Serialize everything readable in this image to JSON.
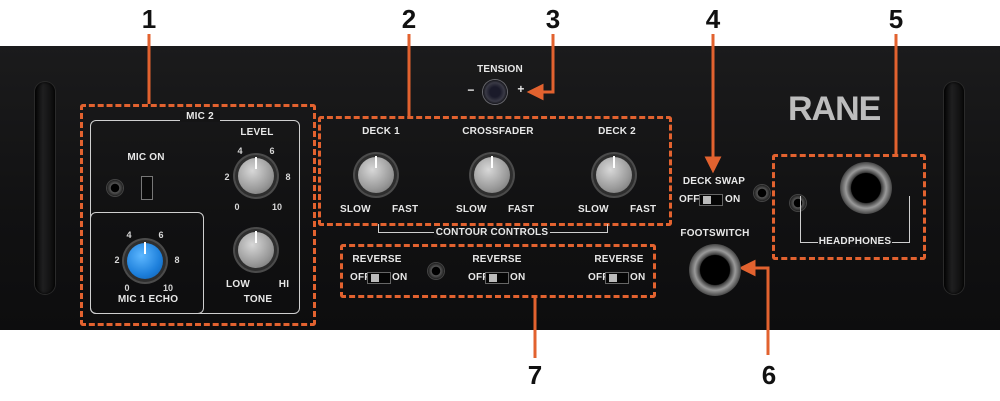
{
  "callouts": [
    "1",
    "2",
    "3",
    "4",
    "5",
    "6",
    "7"
  ],
  "brand": "RANE",
  "mic2": {
    "title": "MIC 2",
    "mic_on": "MIC ON",
    "level": "LEVEL",
    "tone": "TONE",
    "tone_low": "LOW",
    "tone_hi": "HI",
    "mic1_echo": "MIC 1 ECHO",
    "scale": [
      "0",
      "2",
      "4",
      "6",
      "8",
      "10"
    ]
  },
  "contour": {
    "group_label": "CONTOUR CONTROLS",
    "knobs": [
      "DECK 1",
      "CROSSFADER",
      "DECK 2"
    ],
    "slow": "SLOW",
    "fast": "FAST"
  },
  "tension": {
    "label": "TENSION",
    "minus": "−",
    "plus": "+"
  },
  "deck_swap": {
    "label": "DECK SWAP",
    "off": "OFF",
    "on": "ON"
  },
  "headphones": {
    "label": "HEADPHONES"
  },
  "footswitch": {
    "label": "FOOTSWITCH"
  },
  "reverse": {
    "label": "REVERSE",
    "off": "OFF",
    "on": "ON"
  },
  "colors": {
    "accent": "#e2622f",
    "panel": "#141415",
    "mic1_knob": "#1d7fdb"
  }
}
